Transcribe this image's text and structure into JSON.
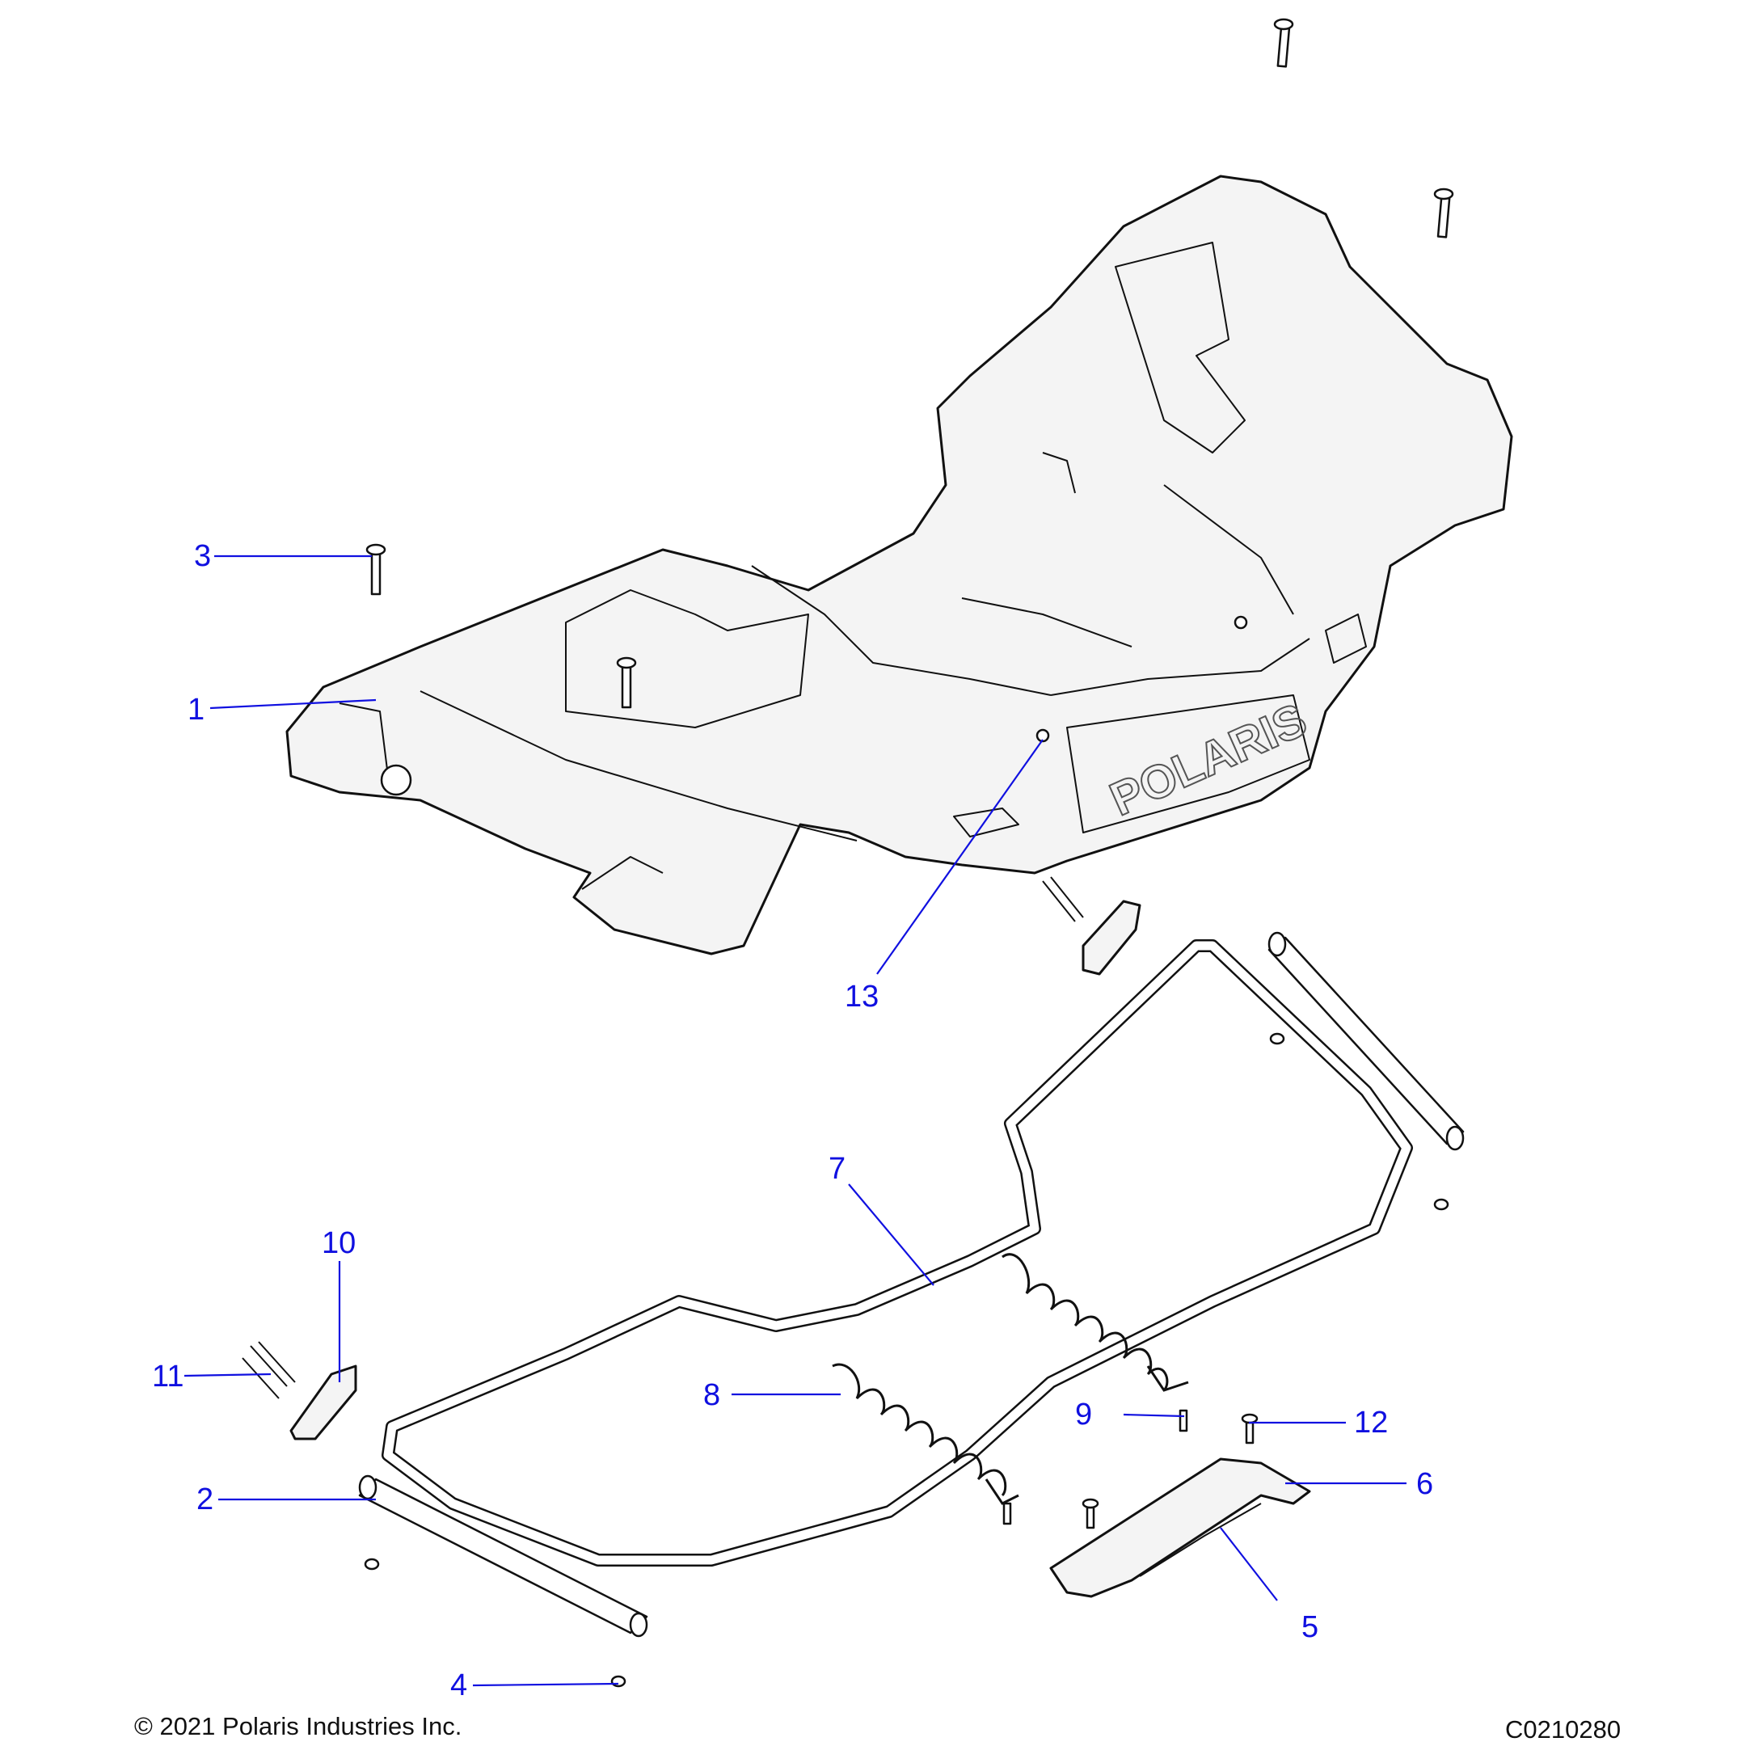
{
  "footer": {
    "copyright": "© 2021 Polaris Industries Inc.",
    "figure_id": "C0210280"
  },
  "callouts": [
    {
      "id": "1",
      "label": "1"
    },
    {
      "id": "2",
      "label": "2"
    },
    {
      "id": "3",
      "label": "3"
    },
    {
      "id": "4",
      "label": "4"
    },
    {
      "id": "5",
      "label": "5"
    },
    {
      "id": "6",
      "label": "6"
    },
    {
      "id": "7",
      "label": "7"
    },
    {
      "id": "8",
      "label": "8"
    },
    {
      "id": "9",
      "label": "9"
    },
    {
      "id": "10",
      "label": "10"
    },
    {
      "id": "11",
      "label": "11"
    },
    {
      "id": "12",
      "label": "12"
    },
    {
      "id": "13",
      "label": "13"
    }
  ],
  "colors": {
    "callout": "#1010e0",
    "line_art": "#111111",
    "part_fill": "#f4f4f4"
  }
}
